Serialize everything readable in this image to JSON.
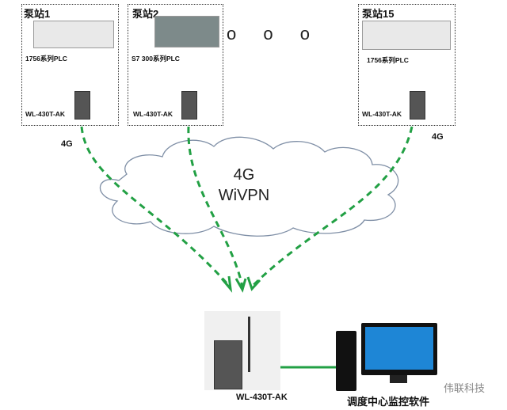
{
  "stations": [
    {
      "title": "泵站1",
      "plc_label": "1756系列PLC",
      "device_label": "WL-430T-AK"
    },
    {
      "title": "泵站2",
      "plc_label": "S7 300系列PLC",
      "device_label": "WL-430T-AK"
    },
    {
      "title": "泵站15",
      "plc_label": "1756系列PLC",
      "device_label": "WL-430T-AK"
    }
  ],
  "ellipsis": "o o o",
  "link_labels": {
    "left": "4G",
    "right": "4G"
  },
  "cloud": {
    "line1": "4G",
    "line2": "WiVPN"
  },
  "center": {
    "device_label": "WL-430T-AK",
    "software_label": "调度中心监控软件"
  },
  "watermark": "伟联科技",
  "colors": {
    "link_green": "#22a044",
    "cloud_stroke": "#7f8fa6",
    "screen_blue": "#1e86d6"
  }
}
